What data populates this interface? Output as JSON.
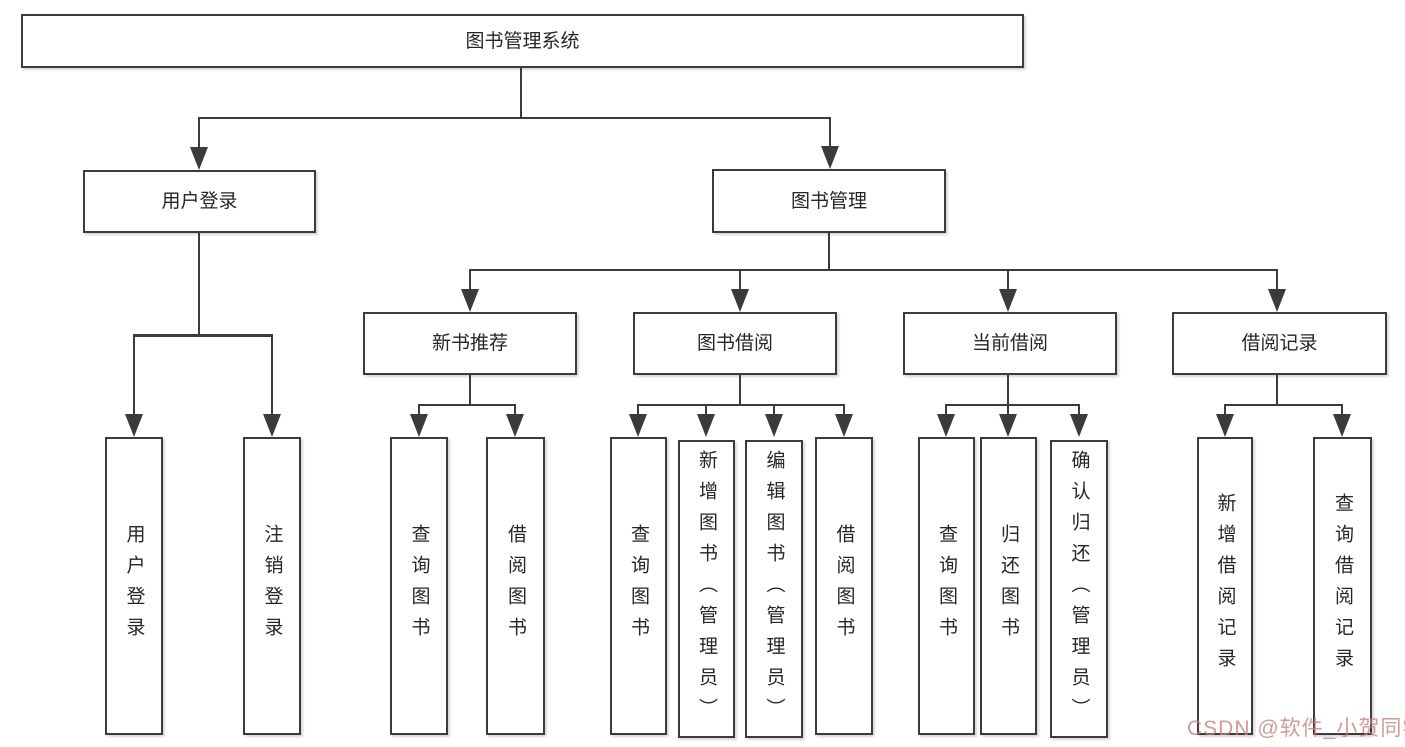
{
  "tree": {
    "label": "图书管理系统",
    "children": [
      {
        "label": "用户登录",
        "children": [
          {
            "label": "用户登录"
          },
          {
            "label": "注销登录"
          }
        ]
      },
      {
        "label": "图书管理",
        "children": [
          {
            "label": "新书推荐",
            "children": [
              {
                "label": "查询图书"
              },
              {
                "label": "借阅图书"
              }
            ]
          },
          {
            "label": "图书借阅",
            "children": [
              {
                "label": "查询图书"
              },
              {
                "label": "新增图书（管理员）"
              },
              {
                "label": "编辑图书（管理员）"
              },
              {
                "label": "借阅图书"
              }
            ]
          },
          {
            "label": "当前借阅",
            "children": [
              {
                "label": "查询图书"
              },
              {
                "label": "归还图书"
              },
              {
                "label": "确认归还（管理员）"
              }
            ]
          },
          {
            "label": "借阅记录",
            "children": [
              {
                "label": "新增借阅记录"
              },
              {
                "label": "查询借阅记录"
              }
            ]
          }
        ]
      }
    ]
  },
  "watermark": {
    "text": "CSDN @软件_小贺同学"
  },
  "colors": {
    "line": "#3b3b3b",
    "text": "#262626",
    "background": "#ffffff",
    "watermark": "#c48282"
  }
}
